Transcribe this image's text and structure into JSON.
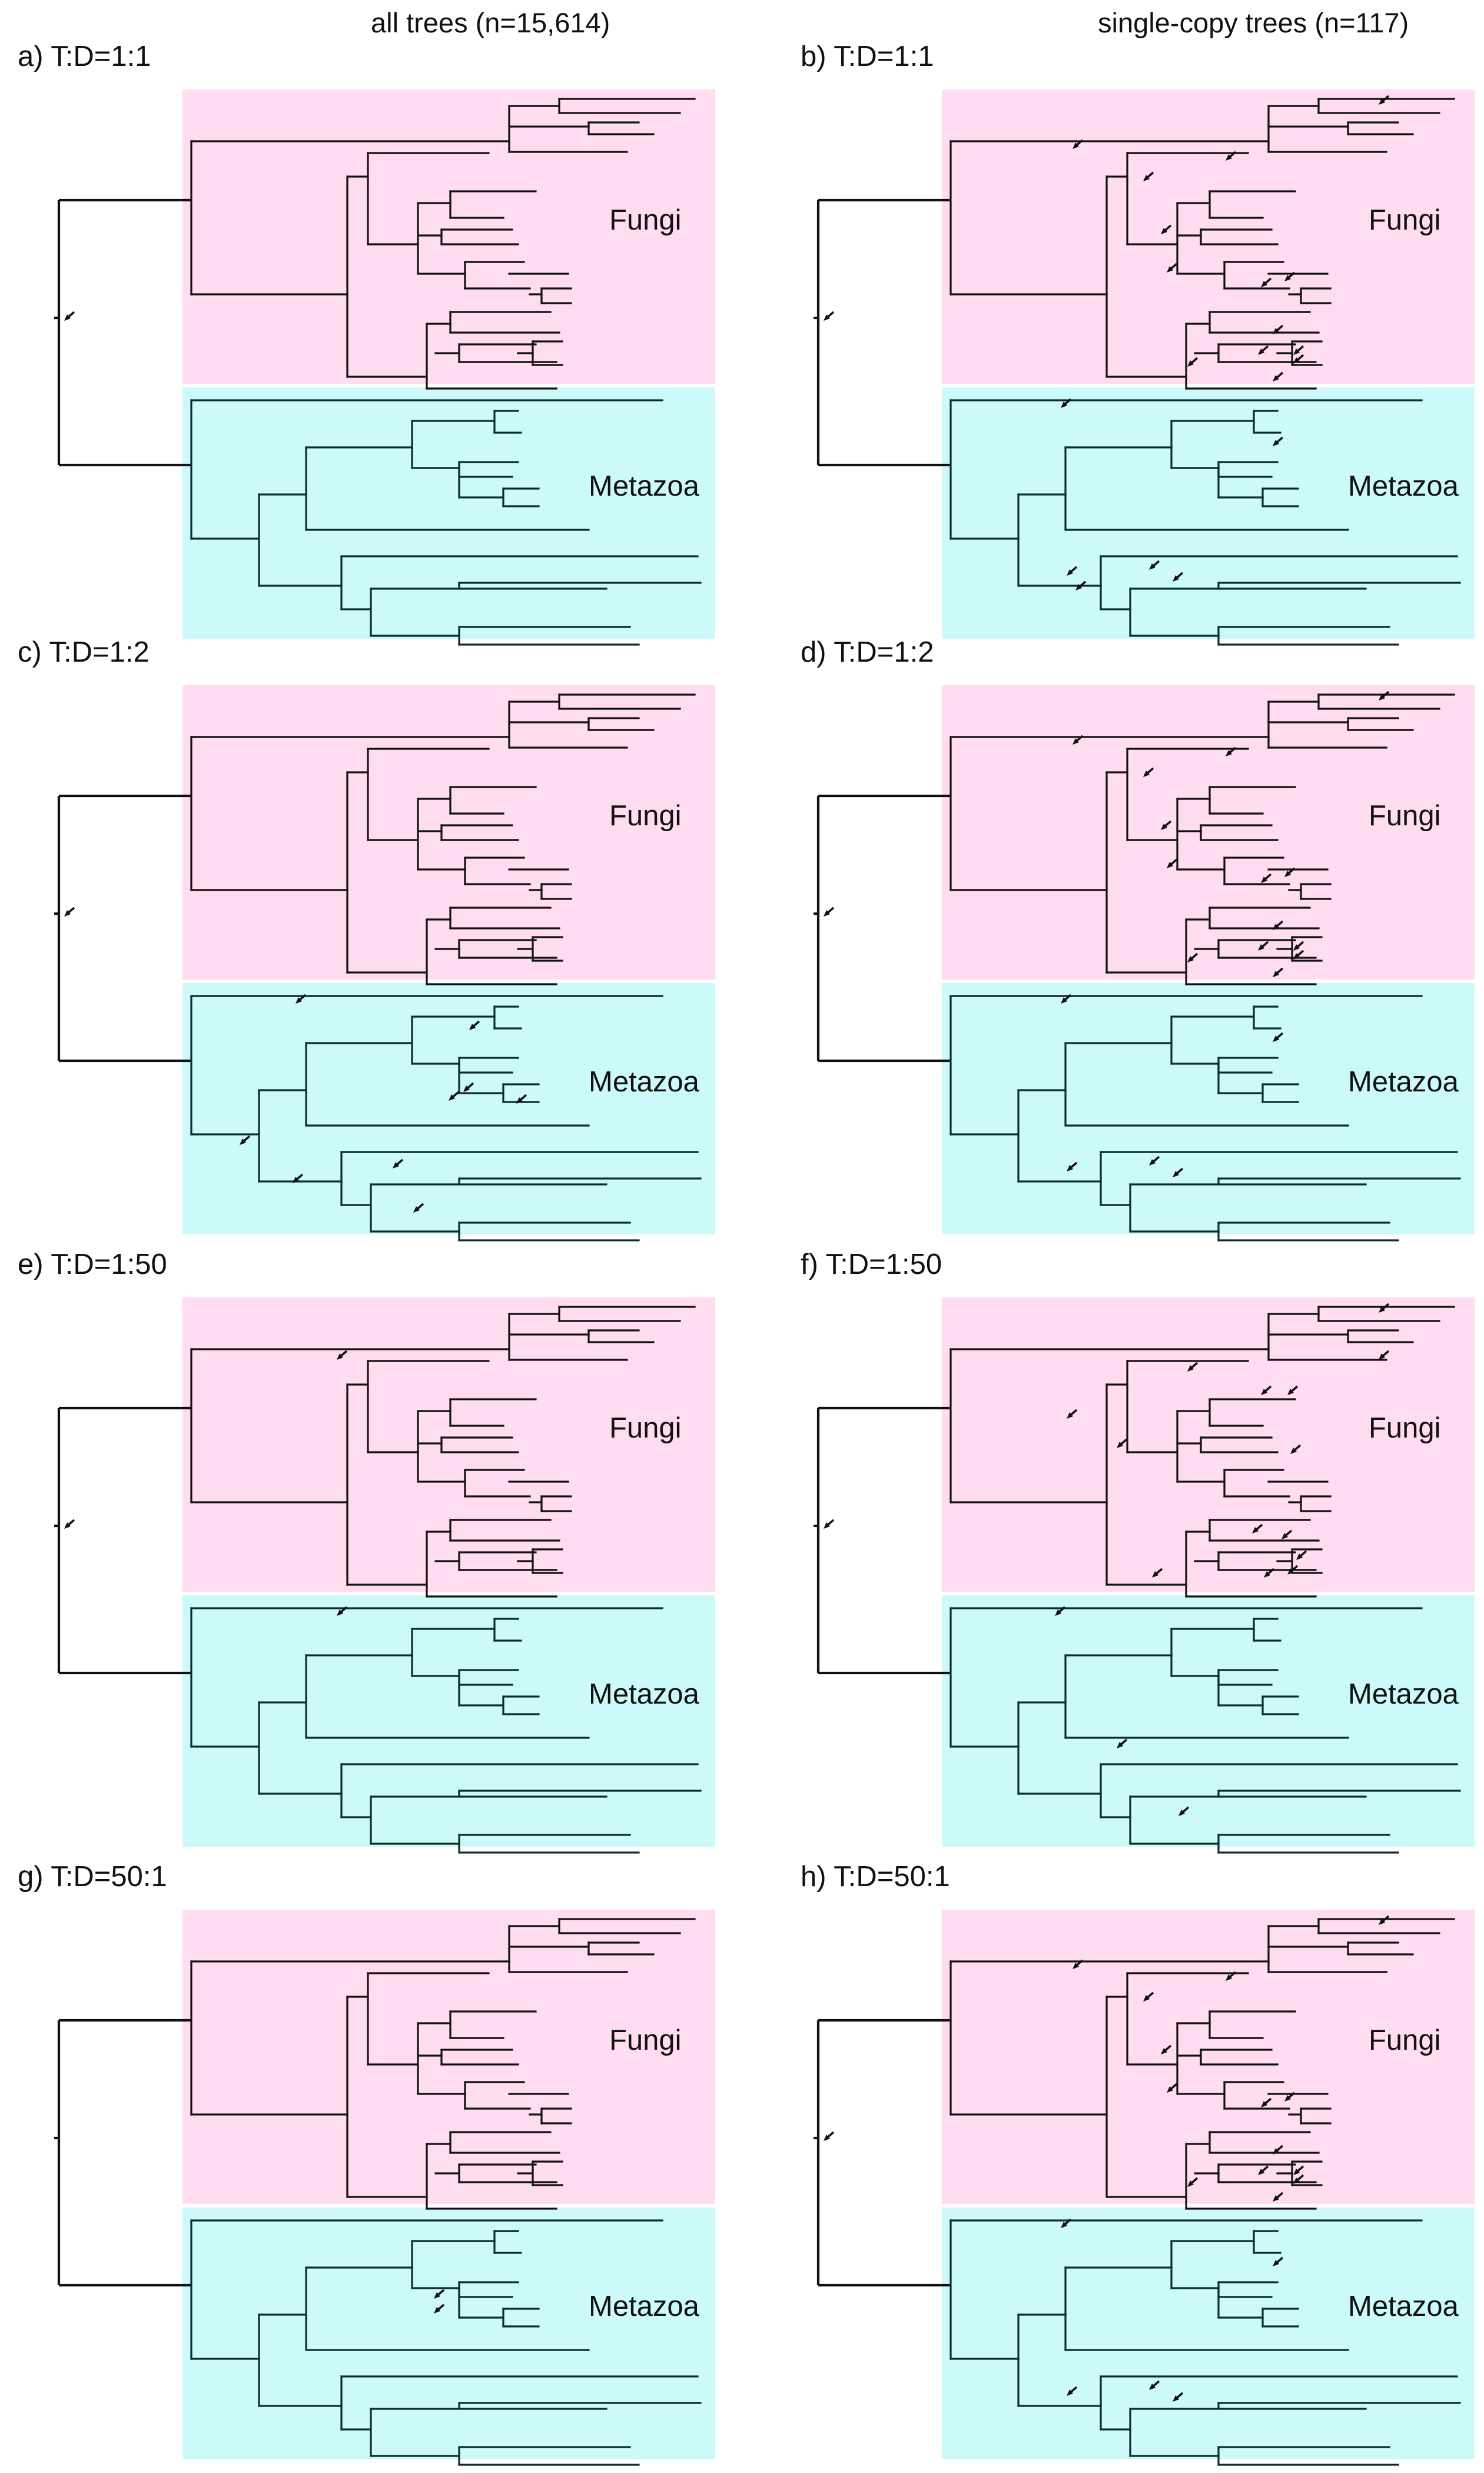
{
  "header": {
    "left": "all trees (n=15,614)",
    "right": "single-copy trees (n=117)"
  },
  "clades": {
    "top": "Fungi",
    "bottom": "Metazoa"
  },
  "colors": {
    "fungi_bg": "#ffdcf0",
    "metazoa_bg": "#ccfafa",
    "line": "#111111"
  },
  "panels": [
    {
      "id": "a",
      "label": "a)  T:D=1:1"
    },
    {
      "id": "b",
      "label": "b) T:D=1:1"
    },
    {
      "id": "c",
      "label": "c)  T:D=1:2"
    },
    {
      "id": "d",
      "label": "d) T:D=1:2"
    },
    {
      "id": "e",
      "label": "e)  T:D=1:50"
    },
    {
      "id": "f",
      "label": "f)  T:D=1:50"
    },
    {
      "id": "g",
      "label": "g)  T:D=50:1"
    },
    {
      "id": "h",
      "label": "h)  T:D=50:1"
    }
  ]
}
